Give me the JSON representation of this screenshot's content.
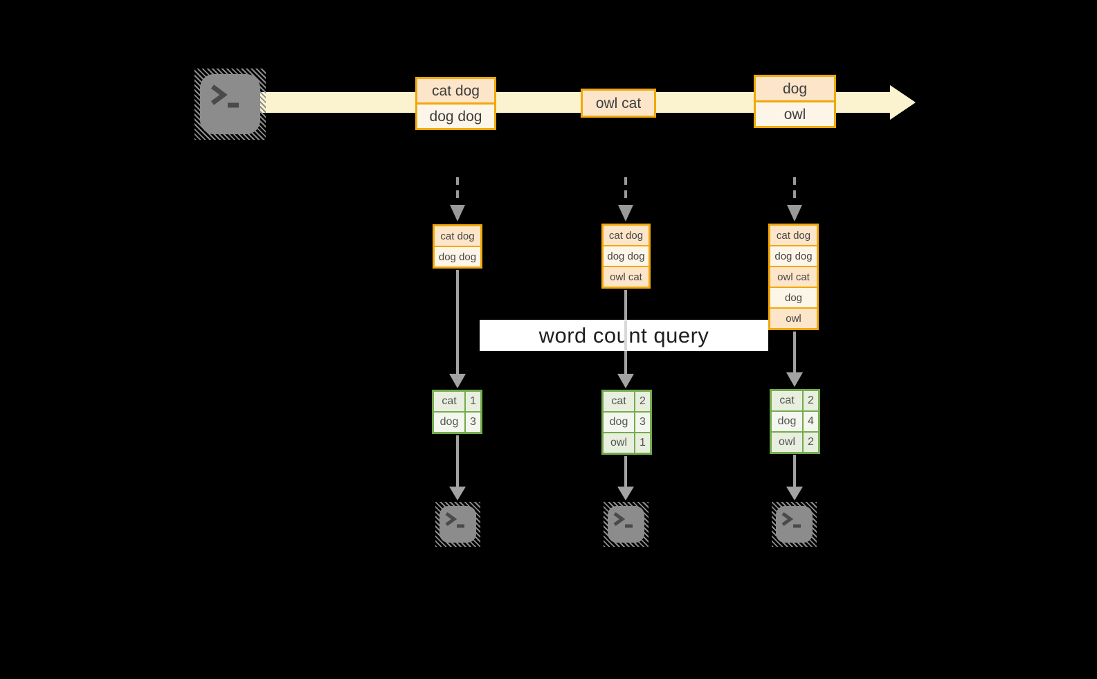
{
  "title_label": "word count query",
  "stream": {
    "source_icon": "terminal",
    "batches": [
      {
        "records": [
          "cat dog",
          "dog dog"
        ]
      },
      {
        "records": [
          "owl cat"
        ]
      },
      {
        "records": [
          "dog",
          "owl"
        ]
      }
    ]
  },
  "columns": [
    {
      "input": [
        "cat dog",
        "dog dog"
      ],
      "counts": [
        {
          "word": "cat",
          "count": "1"
        },
        {
          "word": "dog",
          "count": "3"
        }
      ]
    },
    {
      "input": [
        "cat dog",
        "dog dog",
        "owl cat"
      ],
      "counts": [
        {
          "word": "cat",
          "count": "2"
        },
        {
          "word": "dog",
          "count": "3"
        },
        {
          "word": "owl",
          "count": "1"
        }
      ]
    },
    {
      "input": [
        "cat dog",
        "dog dog",
        "owl cat",
        "dog",
        "owl"
      ],
      "counts": [
        {
          "word": "cat",
          "count": "2"
        },
        {
          "word": "dog",
          "count": "4"
        },
        {
          "word": "owl",
          "count": "2"
        }
      ]
    }
  ],
  "colors": {
    "accent_orange": "#f0a80a",
    "peach": "#fce5c9",
    "cream": "#fdf5e7",
    "stream_yellow": "#fbf2cf",
    "green": "#75ab4e",
    "green_light": "#e8efdf",
    "green_lighter": "#f3f7ee",
    "arrow_gray": "#a0a0a0",
    "terminal_gray": "#8c8c8c",
    "banner_bg": "#ffffff",
    "background": "#000000"
  }
}
